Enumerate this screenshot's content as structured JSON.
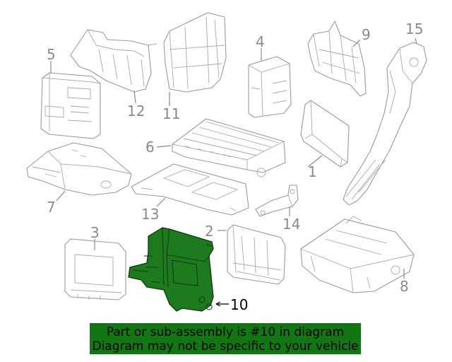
{
  "diagram": {
    "callouts": [
      {
        "id": "c1",
        "label": "1"
      },
      {
        "id": "c2",
        "label": "2"
      },
      {
        "id": "c3",
        "label": "3"
      },
      {
        "id": "c4",
        "label": "4"
      },
      {
        "id": "c5",
        "label": "5"
      },
      {
        "id": "c6",
        "label": "6"
      },
      {
        "id": "c7",
        "label": "7"
      },
      {
        "id": "c8",
        "label": "8"
      },
      {
        "id": "c9",
        "label": "9"
      },
      {
        "id": "c10",
        "label": "10"
      },
      {
        "id": "c11",
        "label": "11"
      },
      {
        "id": "c12",
        "label": "12"
      },
      {
        "id": "c13",
        "label": "13"
      },
      {
        "id": "c14",
        "label": "14"
      },
      {
        "id": "c15",
        "label": "15"
      }
    ],
    "highlighted_part": "10",
    "colors": {
      "highlight": "#1e7a1e",
      "banner": "#127712",
      "line": "#9a9a9a"
    }
  },
  "banner": {
    "line1": "Part or sub-assembly is #10 in diagram",
    "line2": "Diagram may not be specific to your vehicle"
  }
}
